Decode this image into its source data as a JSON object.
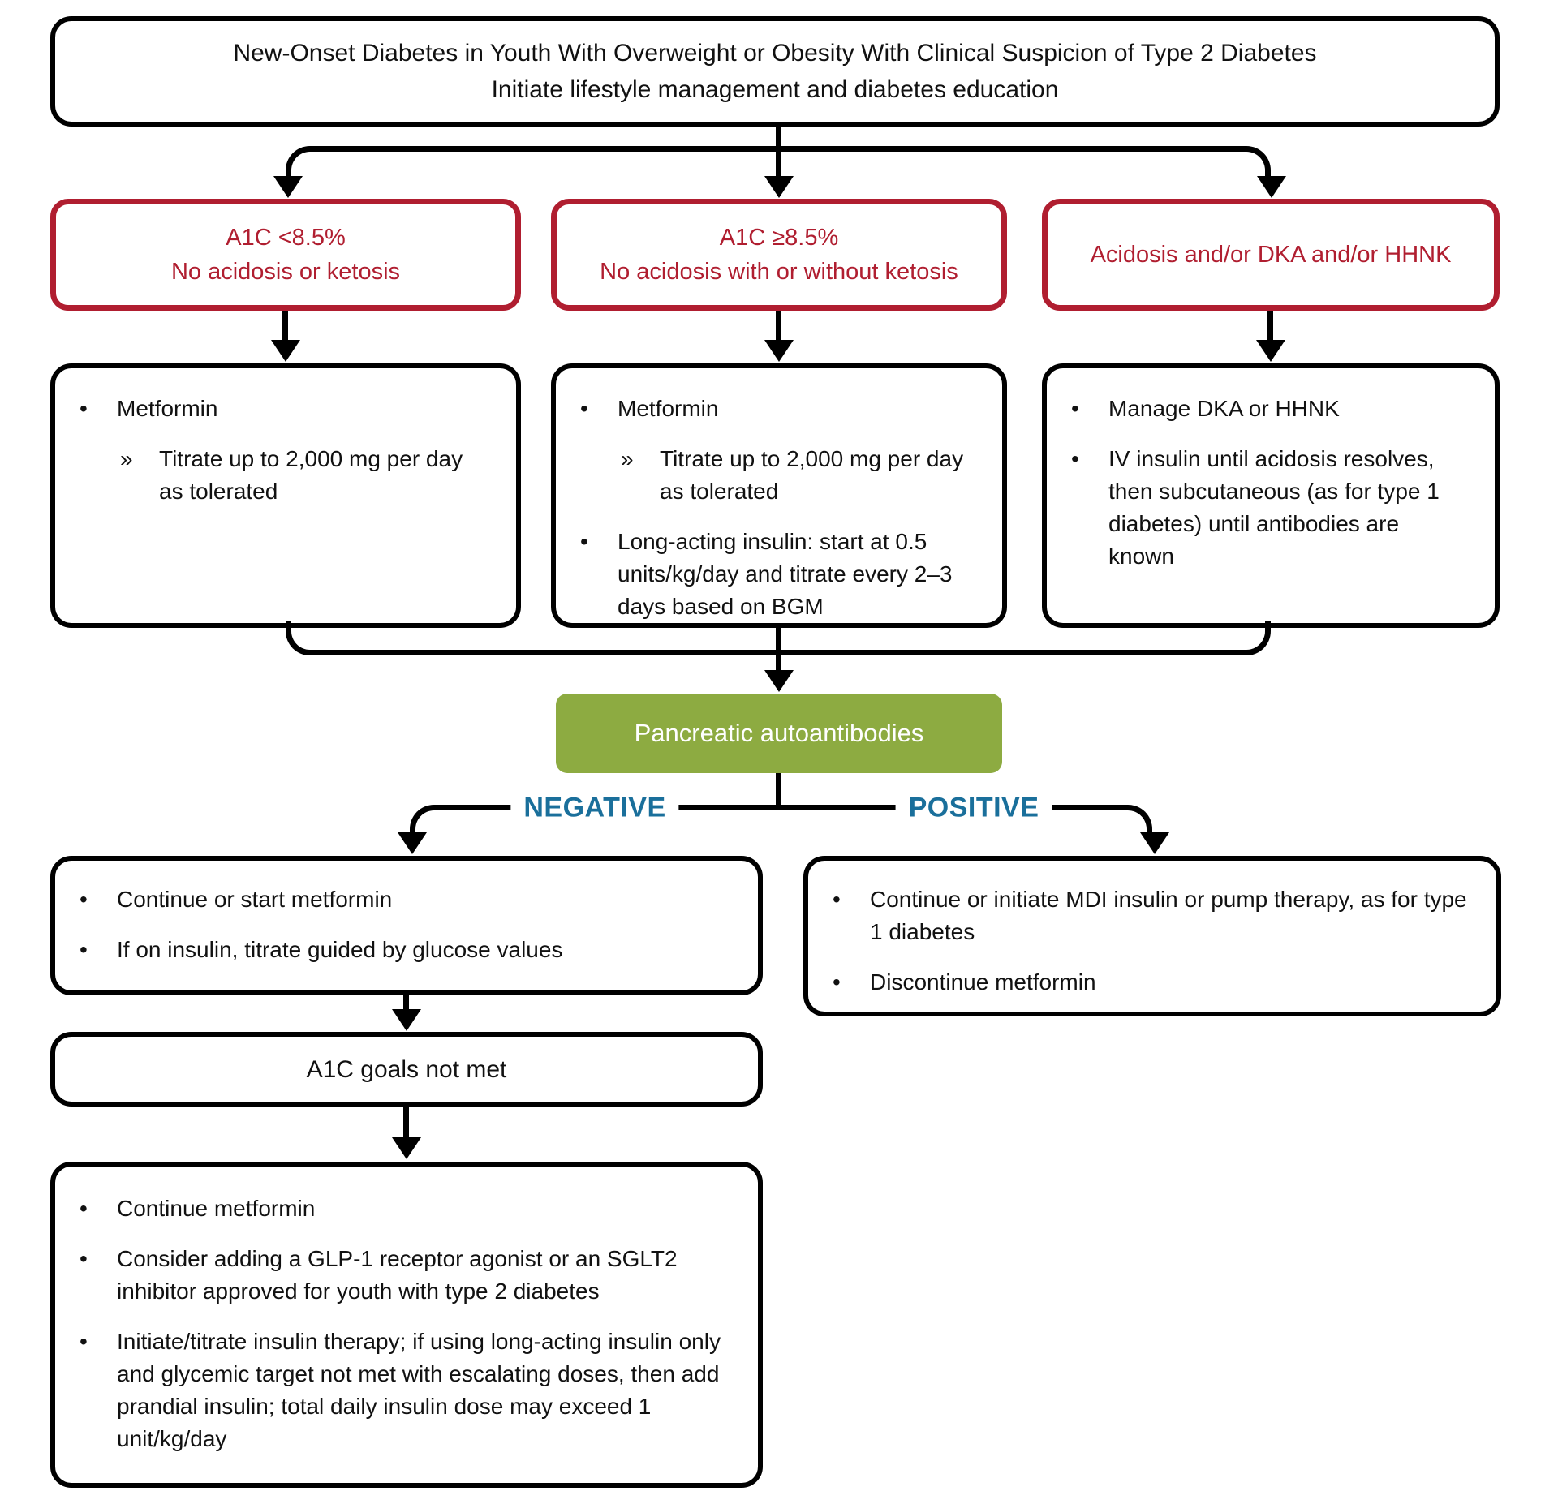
{
  "colors": {
    "accent_red": "#b01e30",
    "accent_green": "#8dab41",
    "accent_blue": "#1a6f9b",
    "line_black": "#000000"
  },
  "top_box": {
    "line1": "New-Onset Diabetes in Youth With Overweight or Obesity With Clinical Suspicion of Type 2 Diabetes",
    "line2": "Initiate lifestyle management and diabetes education"
  },
  "red_boxes": [
    {
      "line1": "A1C <8.5%",
      "line2": "No acidosis or ketosis"
    },
    {
      "line1": "A1C ≥8.5%",
      "line2": "No acidosis with or without ketosis"
    },
    {
      "line1": "Acidosis and/or DKA and/or HHNK"
    }
  ],
  "treatment_boxes": [
    {
      "bullets": [
        {
          "marker": "•",
          "text": "Metformin"
        },
        {
          "marker": "»",
          "text": "Titrate up to 2,000 mg per day as tolerated"
        }
      ]
    },
    {
      "bullets": [
        {
          "marker": "•",
          "text": "Metformin"
        },
        {
          "marker": "»",
          "text": "Titrate up to 2,000 mg per day as tolerated"
        },
        {
          "marker": "•",
          "text": "Long-acting insulin: start at 0.5 units/kg/day and titrate every 2–3 days based on BGM"
        }
      ]
    },
    {
      "bullets": [
        {
          "marker": "•",
          "text": "Manage DKA or HHNK"
        },
        {
          "marker": "•",
          "text": "IV insulin until acidosis resolves, then subcutaneous (as for type 1 diabetes) until antibodies are known"
        }
      ]
    }
  ],
  "green_box": {
    "label": "Pancreatic autoantibodies"
  },
  "branch_labels": {
    "negative": "NEGATIVE",
    "positive": "POSITIVE"
  },
  "negative_box": {
    "bullets": [
      {
        "marker": "•",
        "text": "Continue or start metformin"
      },
      {
        "marker": "•",
        "text": "If on insulin, titrate guided by glucose values"
      }
    ]
  },
  "positive_box": {
    "bullets": [
      {
        "marker": "•",
        "text": "Continue or initiate MDI insulin or pump therapy, as for type 1 diabetes"
      },
      {
        "marker": "•",
        "text": "Discontinue metformin"
      }
    ]
  },
  "a1c_box": {
    "label": "A1C goals not met"
  },
  "final_box": {
    "bullets": [
      {
        "marker": "•",
        "text": "Continue metformin"
      },
      {
        "marker": "•",
        "text": "Consider adding a GLP-1 receptor agonist or an SGLT2 inhibitor approved for youth with type 2 diabetes"
      },
      {
        "marker": "•",
        "text": "Initiate/titrate insulin therapy; if using long-acting insulin only and glycemic target not met with escalating doses, then add prandial insulin; total daily insulin dose may exceed 1 unit/kg/day"
      }
    ]
  }
}
